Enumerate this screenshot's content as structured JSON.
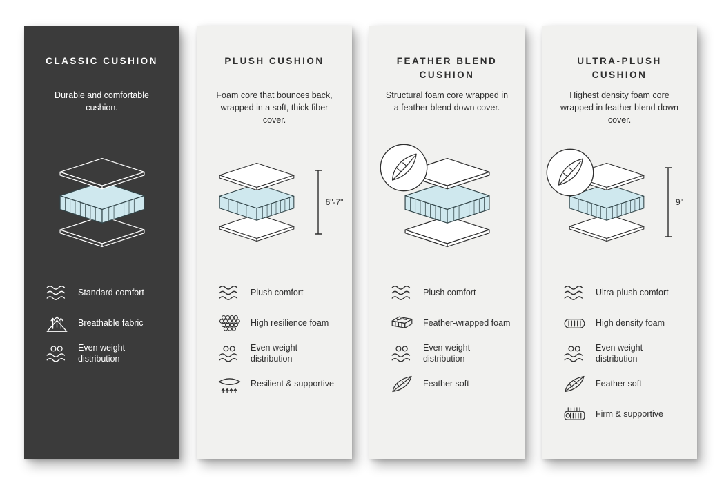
{
  "colors": {
    "page_background": "#ffffff",
    "card_dark": "#3b3b3b",
    "card_light": "#f1f1ef",
    "core_blue": "#cfe8ee",
    "ink": "#2f2f2f",
    "ink_on_dark": "#ffffff"
  },
  "cards": [
    {
      "title": "CLASSIC CUSHION",
      "description": "Durable and comfortable cushion.",
      "theme": "dark",
      "diagram": "layered-cushion-diagram",
      "features": [
        {
          "icon": "waves-comfort-icon",
          "label": "Standard comfort"
        },
        {
          "icon": "breathable-fabric-icon",
          "label": "Breathable fabric"
        },
        {
          "icon": "even-weight-icon",
          "label": "Even weight distribution"
        }
      ]
    },
    {
      "title": "PLUSH CUSHION",
      "description": "Foam core that bounces back, wrapped in a soft, thick fiber cover.",
      "theme": "light",
      "diagram": "layered-cushion-diagram",
      "measurement": "6\"-7\"",
      "features": [
        {
          "icon": "waves-comfort-icon",
          "label": "Plush comfort"
        },
        {
          "icon": "resilience-foam-icon",
          "label": "High resilience foam"
        },
        {
          "icon": "even-weight-icon",
          "label": "Even weight distribution"
        },
        {
          "icon": "resilient-supportive-icon",
          "label": "Resilient & supportive"
        }
      ]
    },
    {
      "title": "FEATHER BLEND CUSHION",
      "description": "Structural foam core wrapped in a feather blend down cover.",
      "theme": "light",
      "diagram": "layered-cushion-diagram-with-feather-badge",
      "features": [
        {
          "icon": "waves-comfort-icon",
          "label": "Plush comfort"
        },
        {
          "icon": "feather-wrapped-foam-icon",
          "label": "Feather-wrapped foam"
        },
        {
          "icon": "even-weight-icon",
          "label": "Even weight distribution"
        },
        {
          "icon": "feather-soft-icon",
          "label": "Feather soft"
        }
      ]
    },
    {
      "title": "ULTRA-PLUSH CUSHION",
      "description": "Highest density foam core wrapped in feather blend down cover.",
      "theme": "light",
      "diagram": "layered-cushion-diagram-with-feather-badge",
      "measurement": "9\"",
      "features": [
        {
          "icon": "waves-comfort-icon",
          "label": "Ultra-plush comfort"
        },
        {
          "icon": "high-density-foam-icon",
          "label": "High density foam"
        },
        {
          "icon": "even-weight-icon",
          "label": "Even weight distribution"
        },
        {
          "icon": "feather-soft-icon",
          "label": "Feather soft"
        },
        {
          "icon": "firm-supportive-icon",
          "label": "Firm & supportive"
        }
      ]
    }
  ]
}
